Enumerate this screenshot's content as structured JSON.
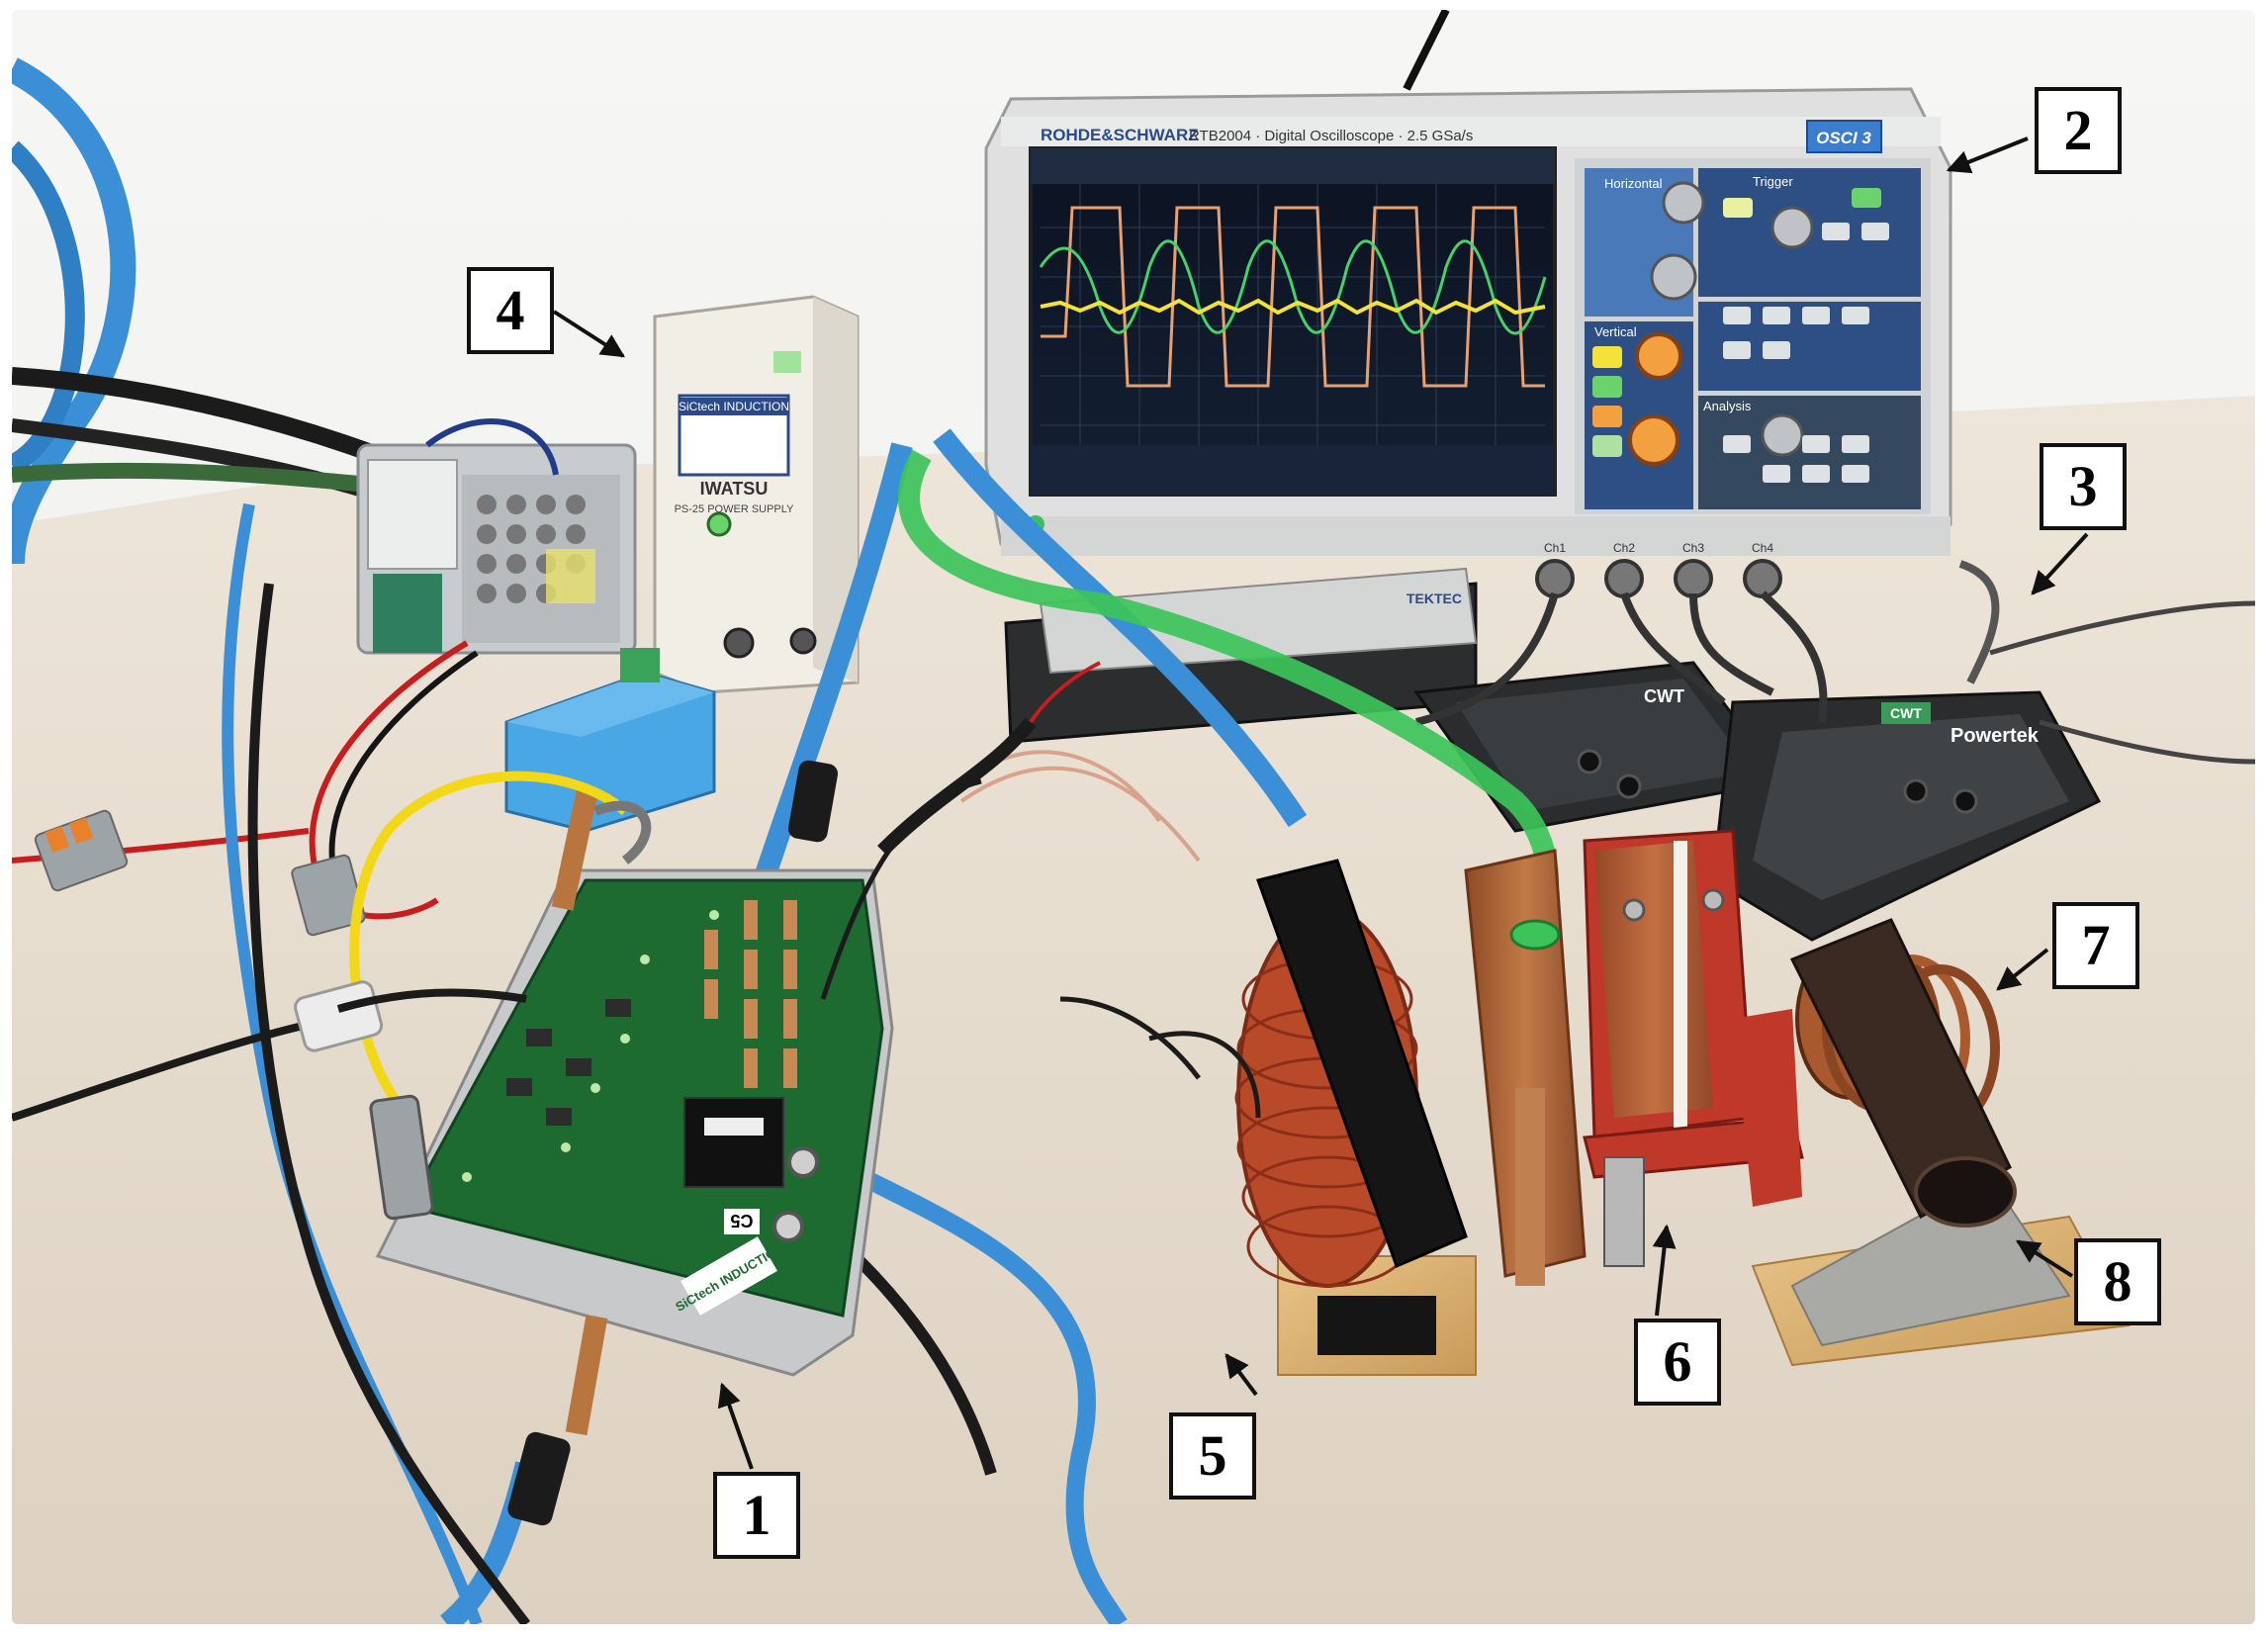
{
  "callouts": {
    "c1": "1",
    "c2": "2",
    "c3": "3",
    "c4": "4",
    "c5": "5",
    "c6": "6",
    "c7": "7",
    "c8": "8"
  },
  "scope": {
    "brand": "ROHDE&SCHWARZ",
    "model": "RTB2004 · Digital Oscilloscope · 2.5 GSa/s",
    "tag": "OSCI 3",
    "vertical_label": "Vertical",
    "trigger_label": "Trigger",
    "analysis_label": "Analysis",
    "ch1": "Ch1",
    "ch2": "Ch2",
    "ch3": "Ch3",
    "ch4": "Ch4"
  },
  "psu": {
    "brand": "IWATSU",
    "model": "PS-25 POWER SUPPLY",
    "sticker": "SiCtech INDUCTION"
  },
  "probe": {
    "cwt_label": "CWT",
    "powertek_label": "Powertek",
    "tektronix": "TEKTEC"
  },
  "board": {
    "label": "SiCtech INDUCTION",
    "code": "C5"
  },
  "colors": {
    "desk": "#e8dfd2",
    "wall": "#f3f3f1",
    "blue_tube": "#3b8fd6",
    "green_tube": "#3cc45a",
    "pcb": "#1e6b32",
    "copper": "#b5693a",
    "scope_body": "#dfe0df"
  }
}
